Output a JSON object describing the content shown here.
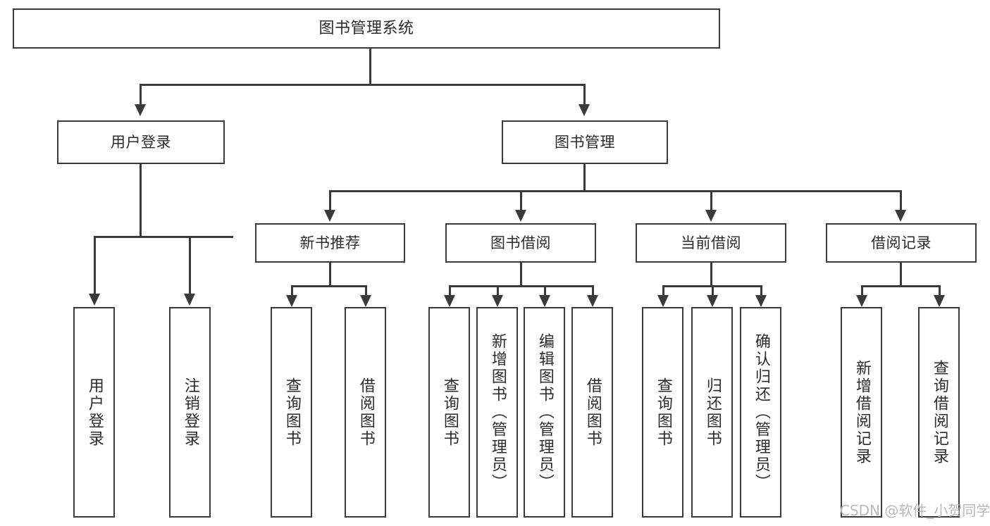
{
  "diagram": {
    "title": "图书管理系统",
    "type": "hierarchy-tree",
    "watermark": "CSDN @软件_小贺同学",
    "colors": {
      "stroke": "#3a3a3a",
      "fill": "#ffffff",
      "text": "#2b2b2b",
      "watermark": "#b9b9b9"
    },
    "root": {
      "label": "图书管理系统"
    },
    "level1": [
      {
        "label": "用户登录"
      },
      {
        "label": "图书管理"
      }
    ],
    "level2": [
      {
        "label": "新书推荐"
      },
      {
        "label": "图书借阅"
      },
      {
        "label": "当前借阅"
      },
      {
        "label": "借阅记录"
      }
    ],
    "leaves": {
      "user_login": [
        {
          "label": "用户登录"
        },
        {
          "label": "注销登录"
        }
      ],
      "new_book_recommend": [
        {
          "label": "查询图书"
        },
        {
          "label": "借阅图书"
        }
      ],
      "book_borrow": [
        {
          "label": "查询图书"
        },
        {
          "label": "新增图书（管理员）"
        },
        {
          "label": "编辑图书（管理员）"
        },
        {
          "label": "借阅图书"
        }
      ],
      "current_borrow": [
        {
          "label": "查询图书"
        },
        {
          "label": "归还图书"
        },
        {
          "label": "确认归还（管理员）"
        }
      ],
      "borrow_record": [
        {
          "label": "新增借阅记录"
        },
        {
          "label": "查询借阅记录"
        }
      ]
    }
  }
}
